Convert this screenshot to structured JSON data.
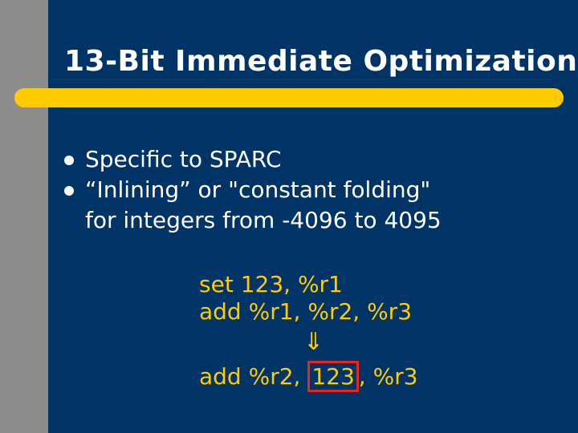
{
  "slide": {
    "title": "13-Bit Immediate Optimization",
    "bullets": [
      {
        "lines": [
          "Specific to SPARC"
        ]
      },
      {
        "lines": [
          "“Inlining” or \"constant folding\"",
          "for integers from -4096 to 4095"
        ]
      }
    ],
    "code": {
      "before": [
        "set 123, %r1",
        "add %r1, %r2, %r3"
      ],
      "arrow": "⇓",
      "after": {
        "prefix": "add %r2, ",
        "highlighted": "123",
        "suffix": ", %r3"
      }
    }
  },
  "colors": {
    "background": "#003366",
    "left_band": "#8c8c8c",
    "accent_bar": "#ffcc00",
    "code_text": "#ffcc00",
    "highlight_border": "#e8261c"
  }
}
